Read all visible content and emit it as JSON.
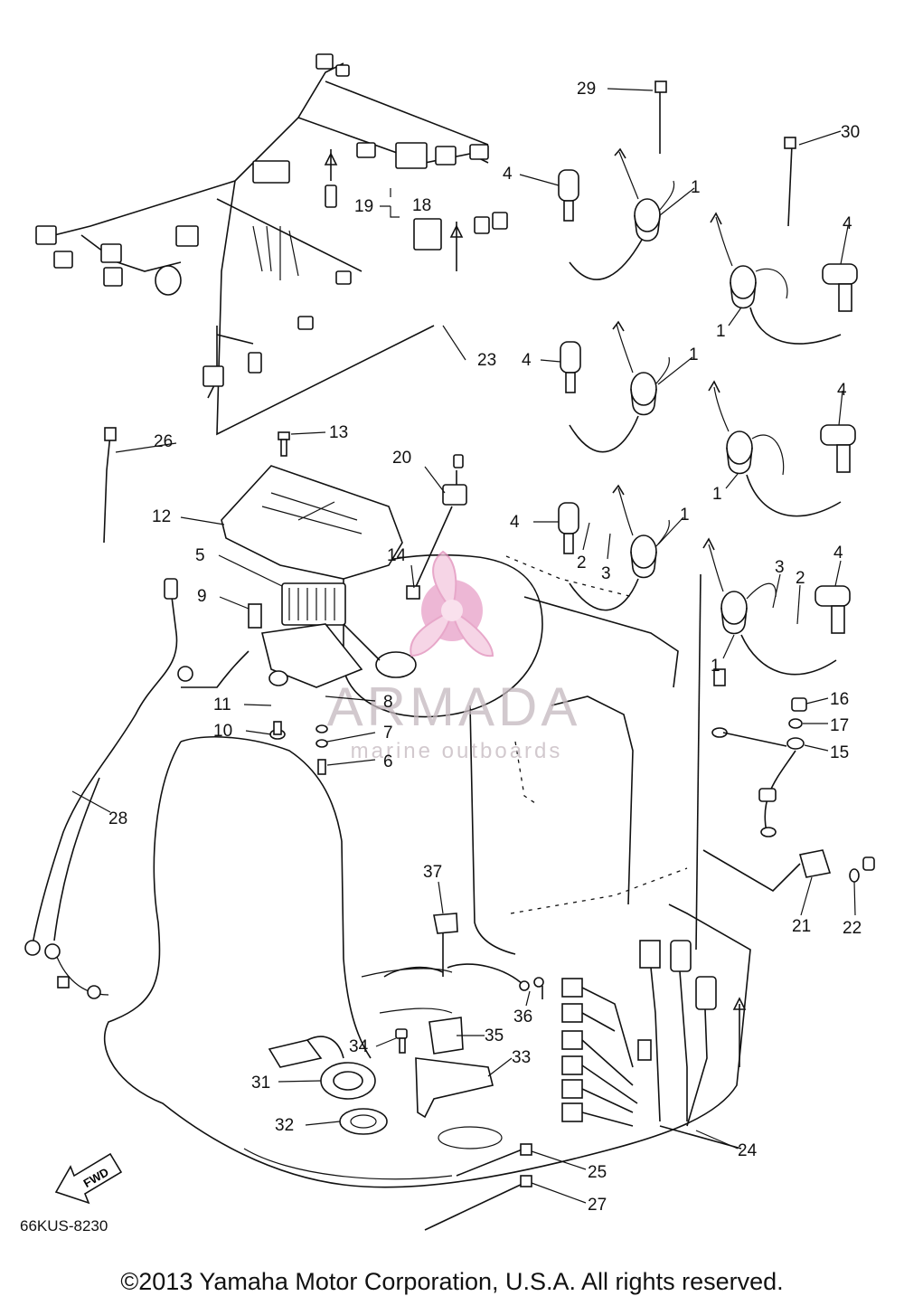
{
  "diagram": {
    "part_code": "66KUS-8230",
    "direction_tag": "FWD",
    "copyright": "©2013 Yamaha Motor Corporation, U.S.A. All rights reserved.",
    "watermark": {
      "brand": "ARMADA",
      "tagline": "marine outboards",
      "logo_color": "#e8a0c8",
      "text_color": "#c4b8be"
    },
    "callouts": [
      {
        "id": "c1a",
        "text": "1"
      },
      {
        "id": "c1b",
        "text": "1"
      },
      {
        "id": "c1c",
        "text": "1"
      },
      {
        "id": "c1d",
        "text": "1"
      },
      {
        "id": "c1e",
        "text": "1"
      },
      {
        "id": "c1f",
        "text": "1"
      },
      {
        "id": "c2a",
        "text": "2"
      },
      {
        "id": "c2b",
        "text": "2"
      },
      {
        "id": "c3a",
        "text": "3"
      },
      {
        "id": "c3b",
        "text": "3"
      },
      {
        "id": "c4a",
        "text": "4"
      },
      {
        "id": "c4b",
        "text": "4"
      },
      {
        "id": "c4c",
        "text": "4"
      },
      {
        "id": "c4d",
        "text": "4"
      },
      {
        "id": "c4e",
        "text": "4"
      },
      {
        "id": "c4f",
        "text": "4"
      },
      {
        "id": "c5",
        "text": "5"
      },
      {
        "id": "c6",
        "text": "6"
      },
      {
        "id": "c7",
        "text": "7"
      },
      {
        "id": "c8",
        "text": "8"
      },
      {
        "id": "c9",
        "text": "9"
      },
      {
        "id": "c10",
        "text": "10"
      },
      {
        "id": "c11",
        "text": "11"
      },
      {
        "id": "c12",
        "text": "12"
      },
      {
        "id": "c13",
        "text": "13"
      },
      {
        "id": "c14",
        "text": "14"
      },
      {
        "id": "c15",
        "text": "15"
      },
      {
        "id": "c16",
        "text": "16"
      },
      {
        "id": "c17",
        "text": "17"
      },
      {
        "id": "c18",
        "text": "18"
      },
      {
        "id": "c19",
        "text": "19"
      },
      {
        "id": "c20",
        "text": "20"
      },
      {
        "id": "c21",
        "text": "21"
      },
      {
        "id": "c22",
        "text": "22"
      },
      {
        "id": "c23",
        "text": "23"
      },
      {
        "id": "c24",
        "text": "24"
      },
      {
        "id": "c25",
        "text": "25"
      },
      {
        "id": "c26",
        "text": "26"
      },
      {
        "id": "c27",
        "text": "27"
      },
      {
        "id": "c28",
        "text": "28"
      },
      {
        "id": "c29",
        "text": "29"
      },
      {
        "id": "c30",
        "text": "30"
      },
      {
        "id": "c31",
        "text": "31"
      },
      {
        "id": "c32",
        "text": "32"
      },
      {
        "id": "c33",
        "text": "33"
      },
      {
        "id": "c34",
        "text": "34"
      },
      {
        "id": "c35",
        "text": "35"
      },
      {
        "id": "c36",
        "text": "36"
      },
      {
        "id": "c37",
        "text": "37"
      }
    ]
  }
}
